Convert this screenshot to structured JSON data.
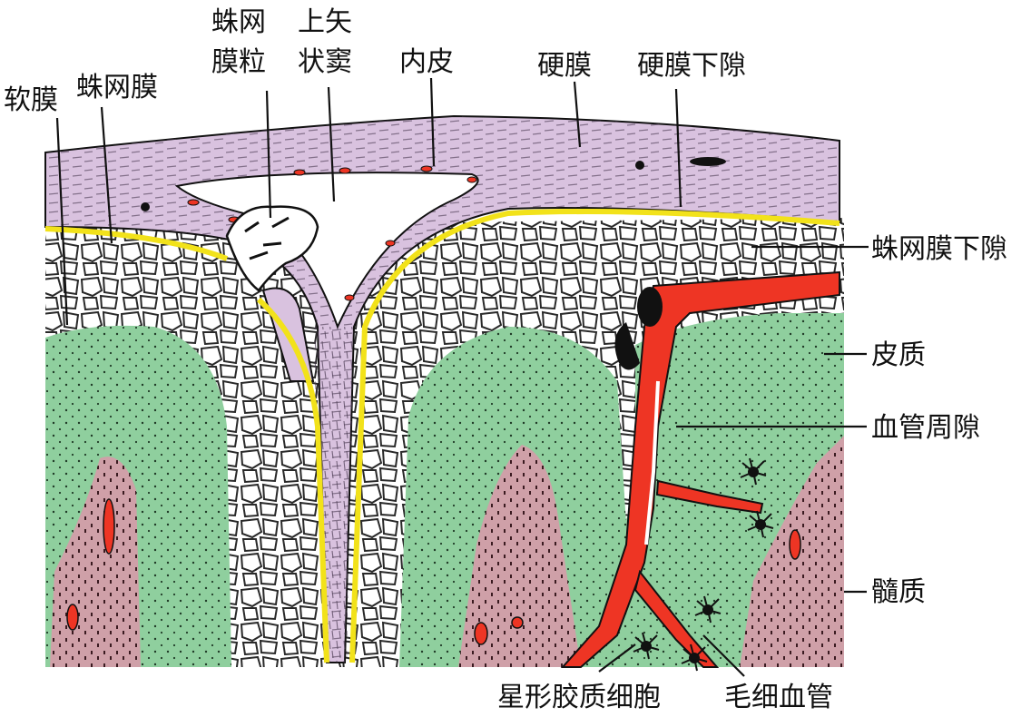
{
  "labels": {
    "pia_mater": "软膜",
    "arachnoid": "蛛网膜",
    "arachnoid_granulation": [
      "蛛网",
      "膜粒"
    ],
    "superior_sagittal_sinus": [
      "上矢",
      "状窦"
    ],
    "endothelium": "内皮",
    "dura_mater": "硬膜",
    "subdural_space": "硬膜下隙",
    "subarachnoid_space": "蛛网膜下隙",
    "cortex": "皮质",
    "perivascular_space": "血管周隙",
    "medulla": "髓质",
    "astrocyte": "星形胶质细胞",
    "capillary": "毛细血管"
  },
  "colors": {
    "dura": "#d9c2df",
    "cortex": "#8fcf9e",
    "medulla": "#cfa0a8",
    "vessel": "#ee3524",
    "membrane_line": "#f2e21a",
    "outline": "#111111"
  }
}
